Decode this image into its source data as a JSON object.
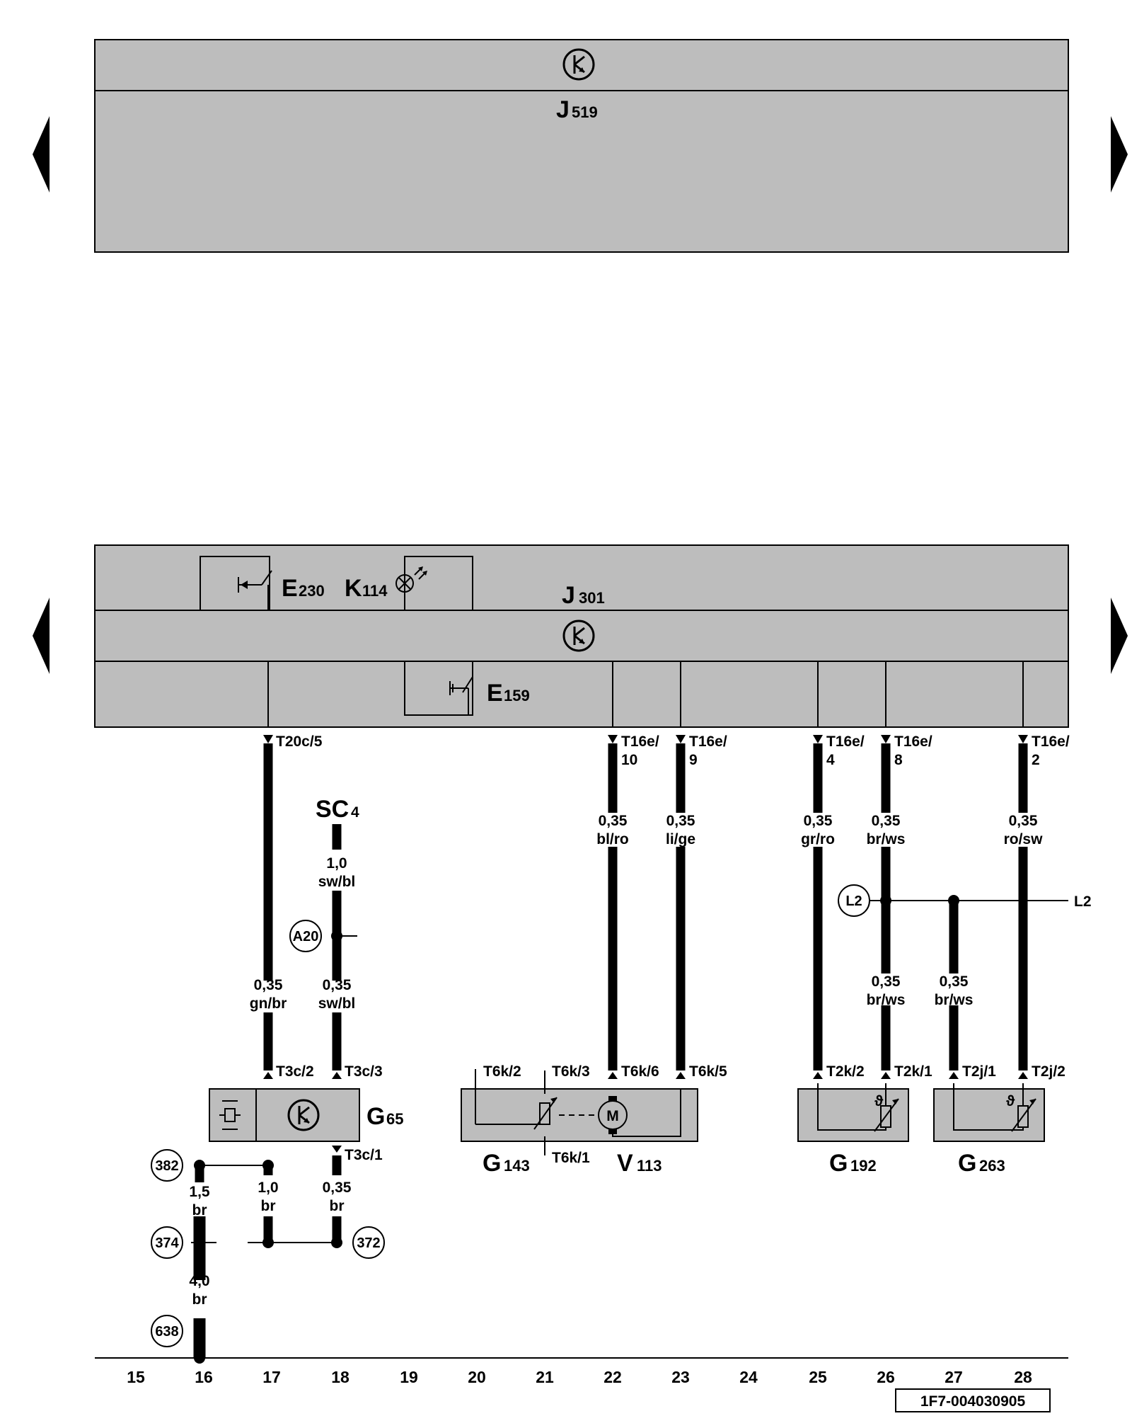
{
  "modules": {
    "upper": {
      "id": "J",
      "sub": "519"
    },
    "lower": {
      "id": "J",
      "sub": "301"
    }
  },
  "switches": {
    "e230": {
      "id": "E",
      "sub": "230"
    },
    "k114": {
      "id": "K",
      "sub": "114"
    },
    "e159": {
      "id": "E",
      "sub": "159"
    }
  },
  "pins": {
    "t20c5": "T20c/5",
    "t16e10_a": "T16e/",
    "t16e10_b": "10",
    "t16e9_a": "T16e/",
    "t16e9_b": "9",
    "t16e4_a": "T16e/",
    "t16e4_b": "4",
    "t16e8_a": "T16e/",
    "t16e8_b": "8",
    "t16e2_a": "T16e/",
    "t16e2_b": "2",
    "t3c2": "T3c/2",
    "t3c3": "T3c/3",
    "t3c1": "T3c/1",
    "t6k2": "T6k/2",
    "t6k3": "T6k/3",
    "t6k6": "T6k/6",
    "t6k5": "T6k/5",
    "t6k1": "T6k/1",
    "t2k2": "T2k/2",
    "t2k1": "T2k/1",
    "t2j1": "T2j/1",
    "t2j2": "T2j/2"
  },
  "wires": {
    "w17": {
      "size": "0,35",
      "color": "gn/br"
    },
    "w18_top": {
      "size": "1,0",
      "color": "sw/bl"
    },
    "w18_bot": {
      "size": "0,35",
      "color": "sw/bl"
    },
    "w22": {
      "size": "0,35",
      "color": "bl/ro"
    },
    "w23": {
      "size": "0,35",
      "color": "li/ge"
    },
    "w25": {
      "size": "0,35",
      "color": "gr/ro"
    },
    "w26_top": {
      "size": "0,35",
      "color": "br/ws"
    },
    "w26_bot": {
      "size": "0,35",
      "color": "br/ws"
    },
    "w27": {
      "size": "0,35",
      "color": "br/ws"
    },
    "w28": {
      "size": "0,35",
      "color": "ro/sw"
    },
    "w16_top": {
      "size": "1,5",
      "color": "br"
    },
    "w17_ground": {
      "size": "1,0",
      "color": "br"
    },
    "w18_ground": {
      "size": "0,35",
      "color": "br"
    },
    "w16_bot": {
      "size": "4,0",
      "color": "br"
    }
  },
  "components": {
    "sc4": {
      "id": "SC",
      "sub": "4"
    },
    "g65": {
      "id": "G",
      "sub": "65"
    },
    "g143": {
      "id": "G",
      "sub": "143"
    },
    "v113": {
      "id": "V",
      "sub": "113"
    },
    "g192": {
      "id": "G",
      "sub": "192"
    },
    "g263": {
      "id": "G",
      "sub": "263"
    },
    "motor": "M"
  },
  "connectors": {
    "a20": "A20",
    "l2": "L2",
    "l2_ref": "L2",
    "c382": "382",
    "c374": "374",
    "c372": "372",
    "c638": "638"
  },
  "columns": [
    "15",
    "16",
    "17",
    "18",
    "19",
    "20",
    "21",
    "22",
    "23",
    "24",
    "25",
    "26",
    "27",
    "28"
  ],
  "footer_code": "1F7-004030905"
}
